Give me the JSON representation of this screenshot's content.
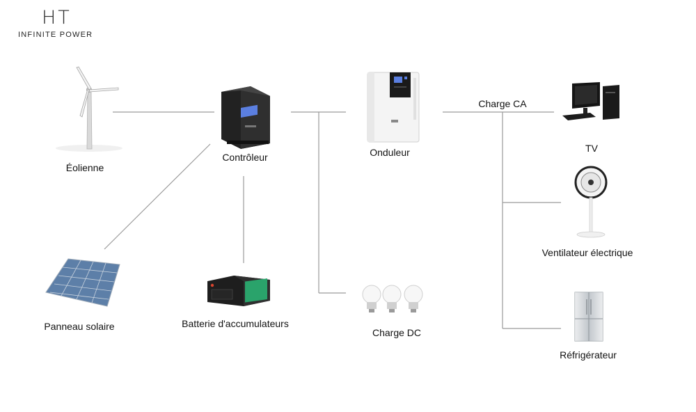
{
  "brand": {
    "logo_text": "HT",
    "tagline": "INFINITE POWER"
  },
  "nodes": {
    "wind_turbine": "Éolienne",
    "controller": "Contrôleur",
    "inverter": "Onduleur",
    "solar_panel": "Panneau solaire",
    "battery": "Batterie d'accumulateurs",
    "dc_load": "Charge DC",
    "ac_load": "Charge CA",
    "tv": "TV",
    "fan": "Ventilateur électrique",
    "fridge": "Réfrigérateur"
  },
  "colors": {
    "line": "#9a9a9a",
    "panel_blue": "#5d7fa8",
    "battery_green": "#2aa36b",
    "screen_blue": "#5b7fe0"
  }
}
